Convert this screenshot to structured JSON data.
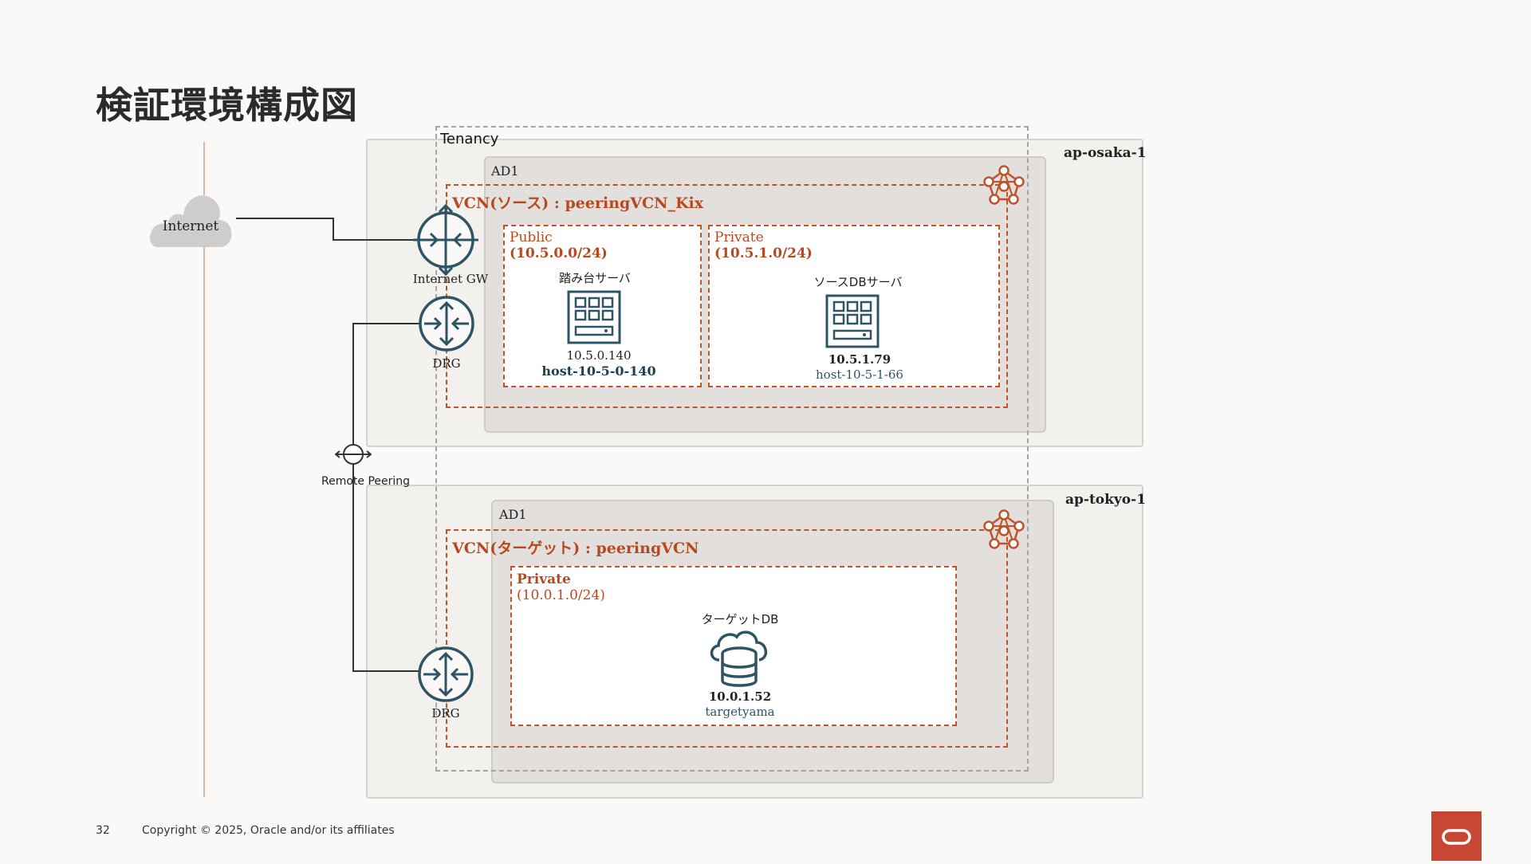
{
  "slide": {
    "title": "検証環境構成図",
    "page_number": "32",
    "copyright": "Copyright © 2025, Oracle and/or its affiliates"
  },
  "diagram": {
    "tenancy_label": "Tenancy",
    "internet_label": "Internet",
    "internet_gw_label": "Internet GW",
    "remote_peering_label": "Remote Peering",
    "osaka": {
      "region": "ap-osaka-1",
      "ad": "AD1",
      "vcn": "VCN(ソース) : peeringVCN_Kix",
      "drg": "DRG",
      "public_subnet": {
        "name": "Public",
        "cidr": "(10.5.0.0/24)",
        "server": "踏み台サーバ",
        "ip": "10.5.0.140",
        "host": "host-10-5-0-140"
      },
      "private_subnet": {
        "name": "Private",
        "cidr": "(10.5.1.0/24)",
        "server": "ソースDBサーバ",
        "ip": "10.5.1.79",
        "host": "host-10-5-1-66"
      }
    },
    "tokyo": {
      "region": "ap-tokyo-1",
      "ad": "AD1",
      "vcn": "VCN(ターゲット) : peeringVCN",
      "drg": "DRG",
      "private_subnet": {
        "name": "Private",
        "cidr": "(10.0.1.0/24)",
        "server": "ターゲットDB",
        "ip": "10.0.1.52",
        "host": "targetyama"
      }
    }
  },
  "colors": {
    "accent_orange": "#c0532a",
    "icon_teal": "#2e5466",
    "oracle_red": "#c74634"
  }
}
